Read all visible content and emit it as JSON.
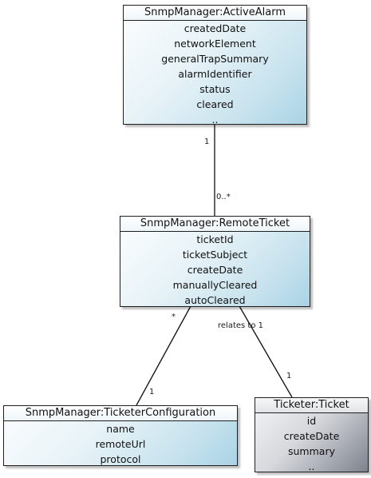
{
  "classes": {
    "active_alarm": {
      "name": "SnmpManager:ActiveAlarm",
      "attributes": [
        "createdDate",
        "networkElement",
        "generalTrapSummary",
        "alarmIdentifier",
        "status",
        "cleared",
        ".."
      ]
    },
    "remote_ticket": {
      "name": "SnmpManager:RemoteTicket",
      "attributes": [
        "ticketId",
        "ticketSubject",
        "createDate",
        "manuallyCleared",
        "autoCleared"
      ]
    },
    "ticketer_configuration": {
      "name": "SnmpManager:TicketerConfiguration",
      "attributes": [
        "name",
        "remoteUrl",
        "protocol"
      ]
    },
    "ticketer_ticket": {
      "name": "Ticketer:Ticket",
      "attributes": [
        "id",
        "createDate",
        "summary",
        ".."
      ]
    }
  },
  "associations": {
    "alarm_ticket": {
      "source_multiplicity": "1",
      "target_multiplicity": "0..*"
    },
    "ticket_configuration": {
      "source_multiplicity": "*",
      "target_multiplicity": "1"
    },
    "ticket_ticketer": {
      "label": "relates to 1",
      "target_multiplicity": "1"
    }
  },
  "colors": {
    "class_fill_blue": "#a9d3e5",
    "class_fill_gray": "#7d828d",
    "line": "#111111"
  }
}
